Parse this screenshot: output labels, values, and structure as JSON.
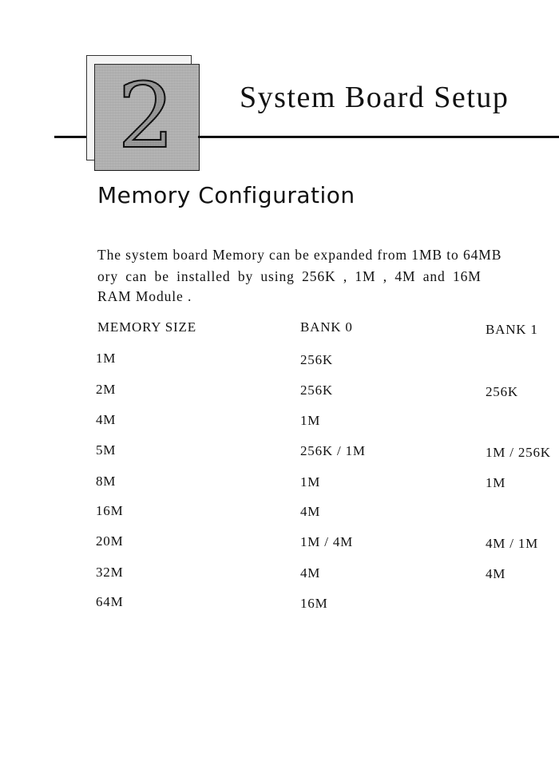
{
  "chapter": {
    "number": "2",
    "title": "System Board Setup"
  },
  "section": {
    "title": "Memory Configuration"
  },
  "intro": {
    "lines": [
      "The system board Memory can be expanded from 1MB to 64MB",
      "ory can be installed by using 256K , 1M   , 4M   and   16M",
      "RAM Module ."
    ]
  },
  "table": {
    "headers": [
      "MEMORY SIZE",
      "BANK 0",
      "BANK 1"
    ],
    "rows": [
      [
        "1M",
        "256K",
        ""
      ],
      [
        "2M",
        "256K",
        "256K"
      ],
      [
        "4M",
        "1M",
        ""
      ],
      [
        "5M",
        "256K / 1M",
        "1M / 256K"
      ],
      [
        "8M",
        "1M",
        "1M"
      ],
      [
        "16M",
        "4M",
        ""
      ],
      [
        "20M",
        "1M / 4M",
        "4M / 1M"
      ],
      [
        "32M",
        "4M",
        "4M"
      ],
      [
        "64M",
        "16M",
        ""
      ]
    ]
  }
}
